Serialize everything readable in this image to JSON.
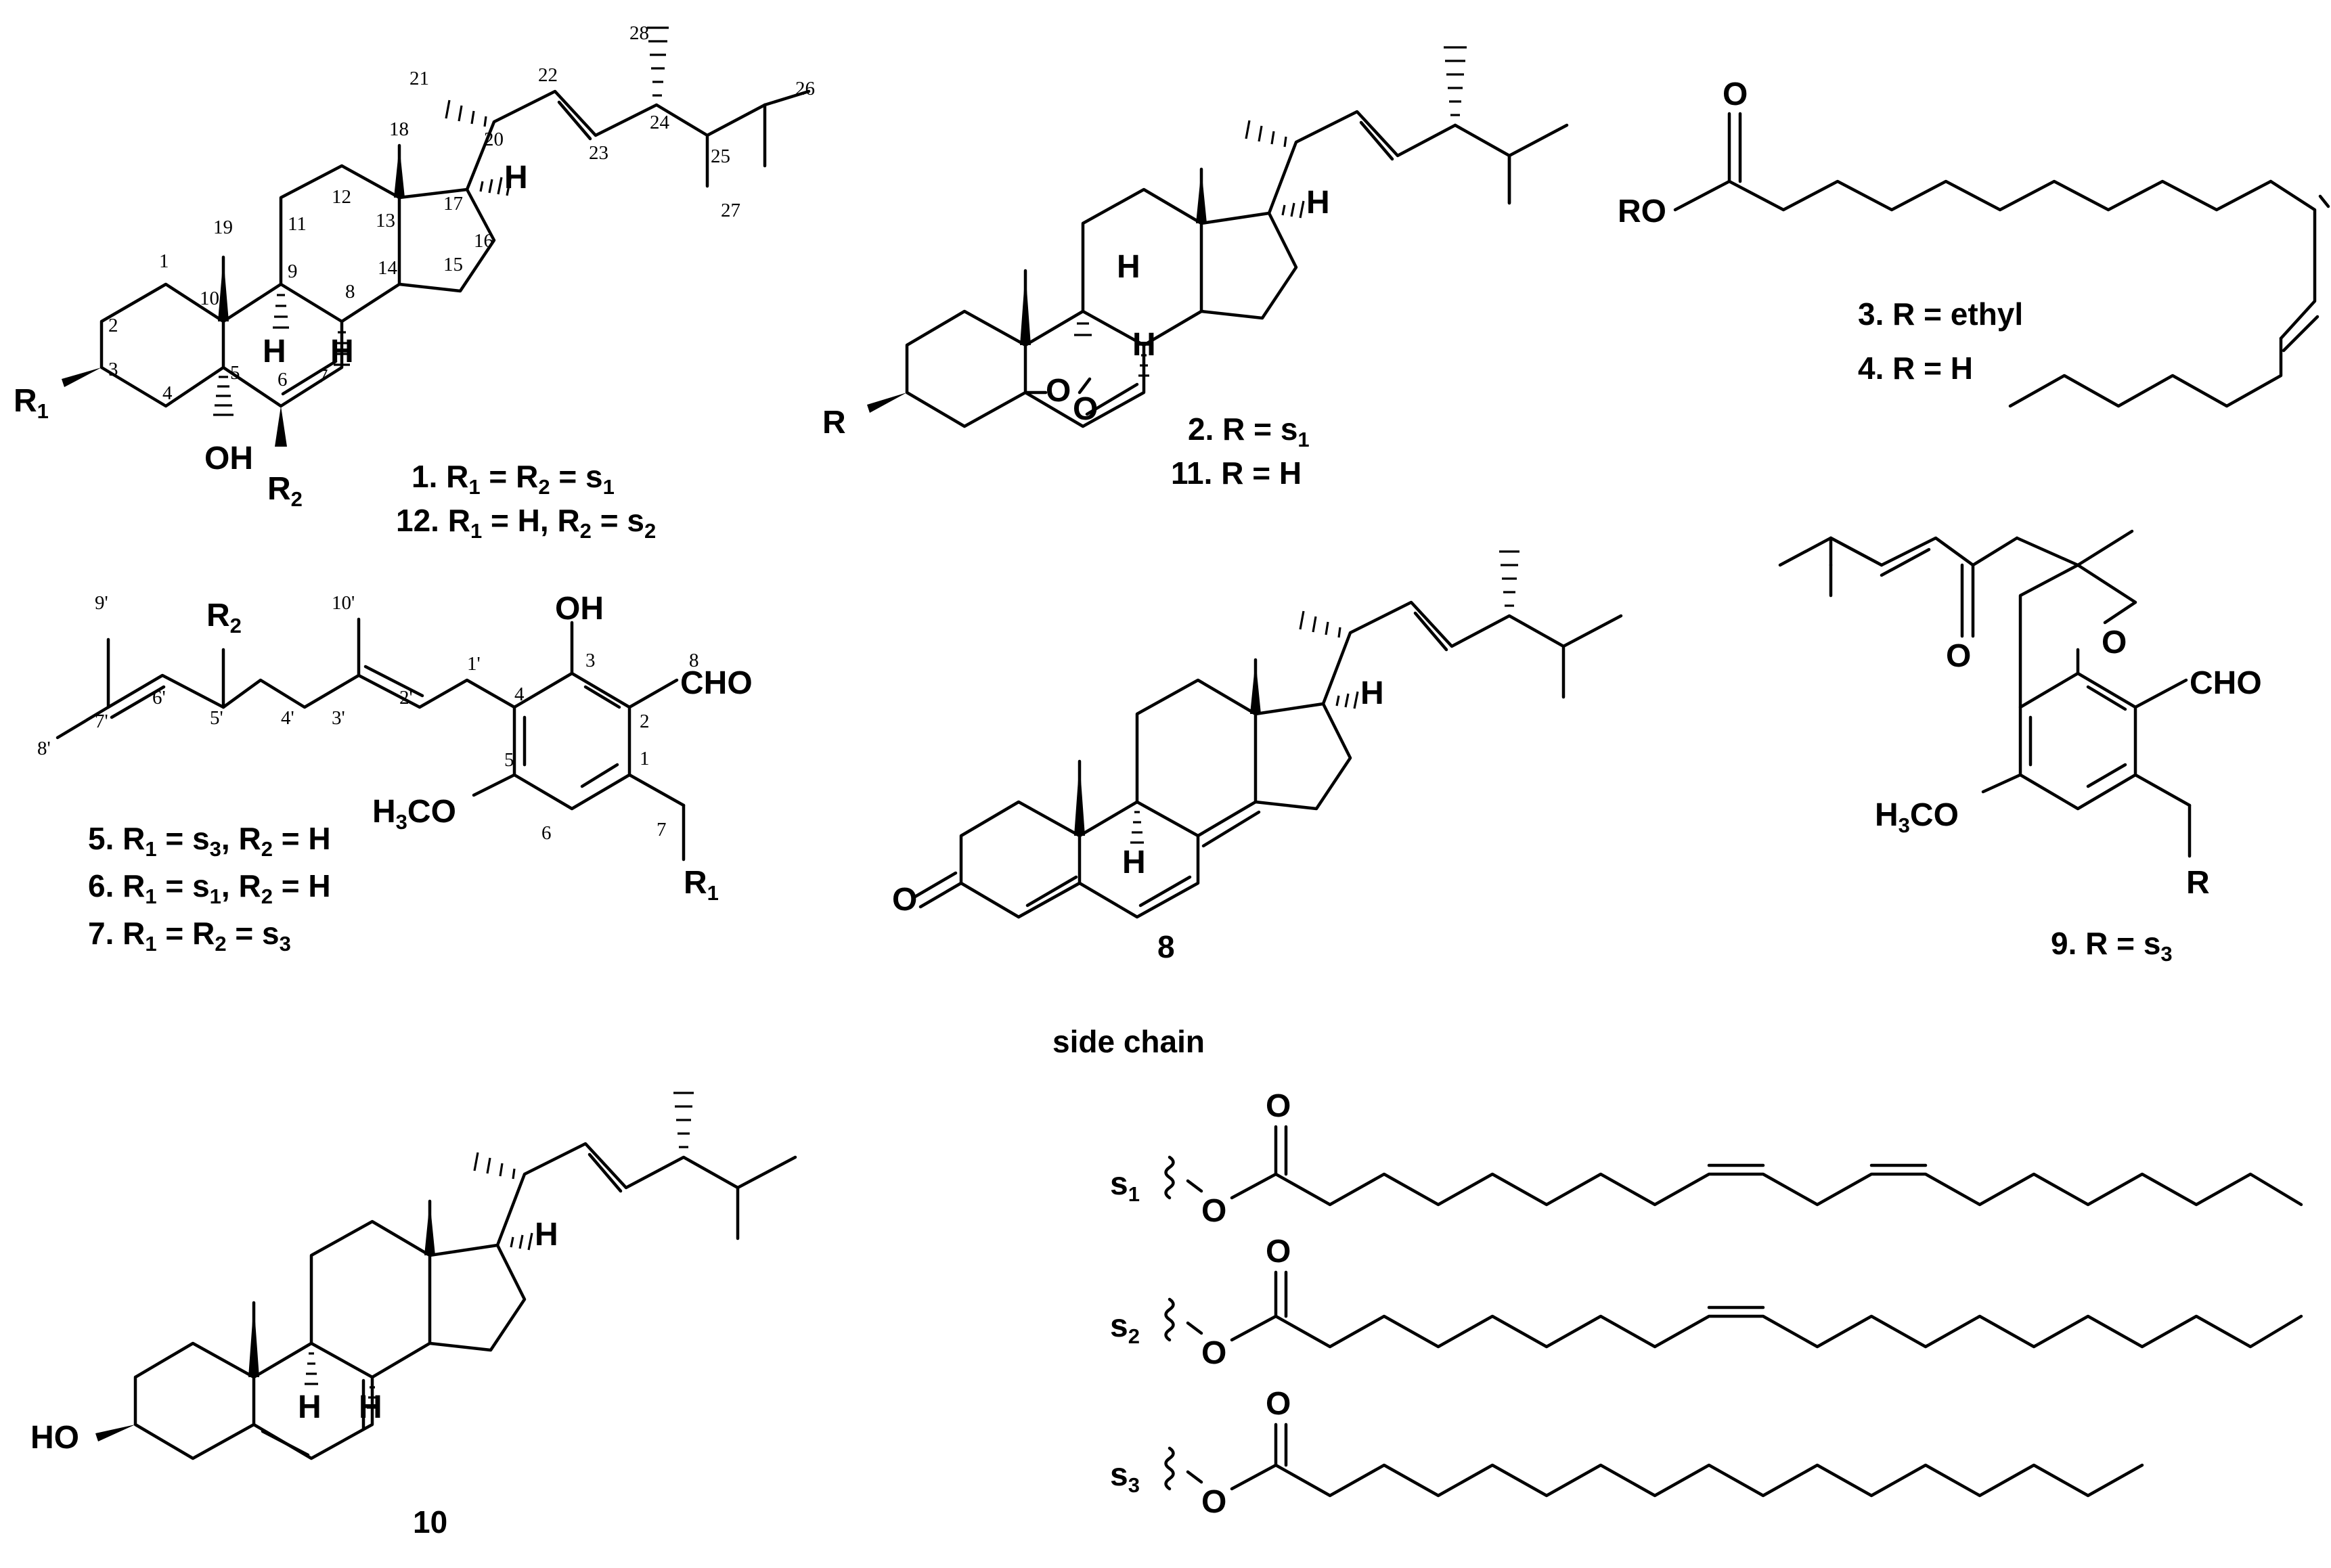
{
  "figure": {
    "compound_1_12": {
      "atom_numbers": [
        "1",
        "2",
        "3",
        "4",
        "5",
        "6",
        "7",
        "8",
        "9",
        "10",
        "11",
        "12",
        "13",
        "14",
        "15",
        "16",
        "17",
        "18",
        "19",
        "20",
        "21",
        "22",
        "23",
        "24",
        "25",
        "26",
        "27",
        "28"
      ],
      "hydrogen": "H",
      "hydroxyl": "OH",
      "r1": "R",
      "r1_sub": "1",
      "r2": "R",
      "r2_sub": "2",
      "label_1": {
        "number": "1.",
        "r": "R",
        "r1_sub": "1",
        "eq": "=",
        "r2_sub": "2",
        "eq2": "=",
        "s": "s",
        "s_sub": "1"
      },
      "label_12": {
        "number": "12.",
        "r": "R",
        "r1_sub": "1",
        "eq_h": "= H,",
        "r2_sub": "2",
        "eq": "=",
        "s": "s",
        "s_sub": "2"
      }
    },
    "compound_2_11": {
      "hydrogen": "H",
      "oxygen": "O",
      "r": "R",
      "label_2": {
        "number": "2.",
        "r": "R",
        "eq": "=",
        "s": "s",
        "s_sub": "1"
      },
      "label_11": "11. R = H"
    },
    "compound_3_4": {
      "oxygen": "O",
      "ro": "RO",
      "label_3": "3. R = ethyl",
      "label_4": "4. R = H"
    },
    "compound_5_7": {
      "atom_numbers": [
        "1",
        "2",
        "3",
        "4",
        "5",
        "6",
        "7",
        "8",
        "1'",
        "2'",
        "3'",
        "4'",
        "5'",
        "6'",
        "7'",
        "8'",
        "9'",
        "10'"
      ],
      "oh": "OH",
      "cho": "CHO",
      "h3co_h": "H",
      "h3co_3": "3",
      "h3co_co": "CO",
      "r1": "R",
      "r1_sub": "1",
      "r2": "R",
      "r2_sub": "2",
      "label_5": {
        "number": "5.",
        "r": "R",
        "r1_sub": "1",
        "eq": "=",
        "s": "s",
        "s_sub": "3",
        "r2_sub": "2",
        "tail": "= H"
      },
      "label_6": {
        "number": "6.",
        "r": "R",
        "r1_sub": "1",
        "eq": "=",
        "s": "s",
        "s_sub": "1",
        "r2_sub": "2",
        "tail": "= H"
      },
      "label_7": {
        "number": "7.",
        "r": "R",
        "r1_sub": "1",
        "eq": "=",
        "r2_sub": "2",
        "eq2": "=",
        "s": "s",
        "s_sub": "3"
      }
    },
    "compound_8": {
      "hydrogen": "H",
      "oxygen": "O",
      "label": "8"
    },
    "compound_9": {
      "oxygen_ring": "O",
      "oxygen_ketone": "O",
      "cho": "CHO",
      "h3co_h": "H",
      "h3co_3": "3",
      "h3co_co": "CO",
      "r": "R",
      "label": {
        "number": "9.",
        "r": "R",
        "eq": "=",
        "s": "s",
        "s_sub": "3"
      }
    },
    "compound_10": {
      "hydrogen": "H",
      "ho": "HO",
      "label": "10"
    },
    "side_chain": {
      "title": "side chain",
      "oxygen": "O",
      "s1": {
        "s": "s",
        "sub": "1"
      },
      "s2": {
        "s": "s",
        "sub": "2"
      },
      "s3": {
        "s": "s",
        "sub": "3"
      }
    }
  }
}
